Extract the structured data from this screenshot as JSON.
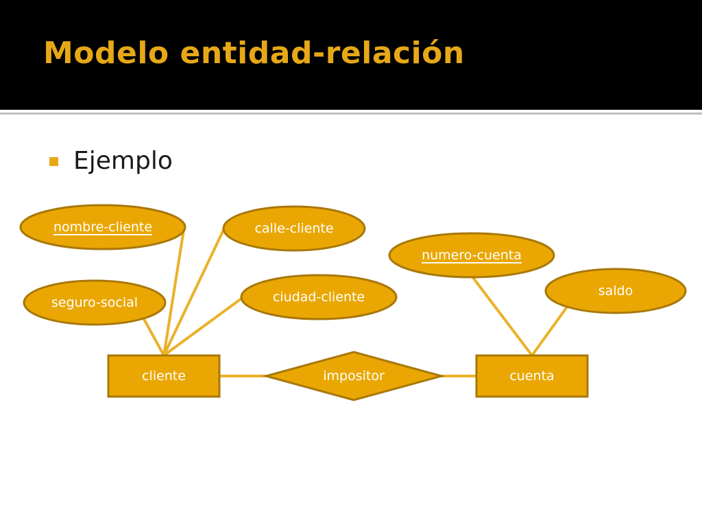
{
  "slide": {
    "title": "Modelo entidad-relación",
    "bullet": "Ejemplo"
  },
  "colors": {
    "title_bar": "#000000",
    "accent": "#e6a817",
    "shape_fill": "#eaa703",
    "shape_stroke": "#a8780a",
    "edge": "#eab22a",
    "label": "#ffffff"
  },
  "diagram": {
    "entities": [
      {
        "id": "cliente",
        "label": "cliente"
      },
      {
        "id": "cuenta",
        "label": "cuenta"
      }
    ],
    "relationships": [
      {
        "id": "impositor",
        "label": "impositor",
        "connects": [
          "cliente",
          "cuenta"
        ]
      }
    ],
    "attributes": [
      {
        "id": "nombre-cliente",
        "label": "nombre-cliente",
        "of": "cliente",
        "key": true
      },
      {
        "id": "calle-cliente",
        "label": "calle-cliente",
        "of": "cliente",
        "key": false
      },
      {
        "id": "seguro-social",
        "label": "seguro-social",
        "of": "cliente",
        "key": false
      },
      {
        "id": "ciudad-cliente",
        "label": "ciudad-cliente",
        "of": "cliente",
        "key": false
      },
      {
        "id": "numero-cuenta",
        "label": "numero-cuenta",
        "of": "cuenta",
        "key": true
      },
      {
        "id": "saldo",
        "label": "saldo",
        "of": "cuenta",
        "key": false
      }
    ]
  }
}
